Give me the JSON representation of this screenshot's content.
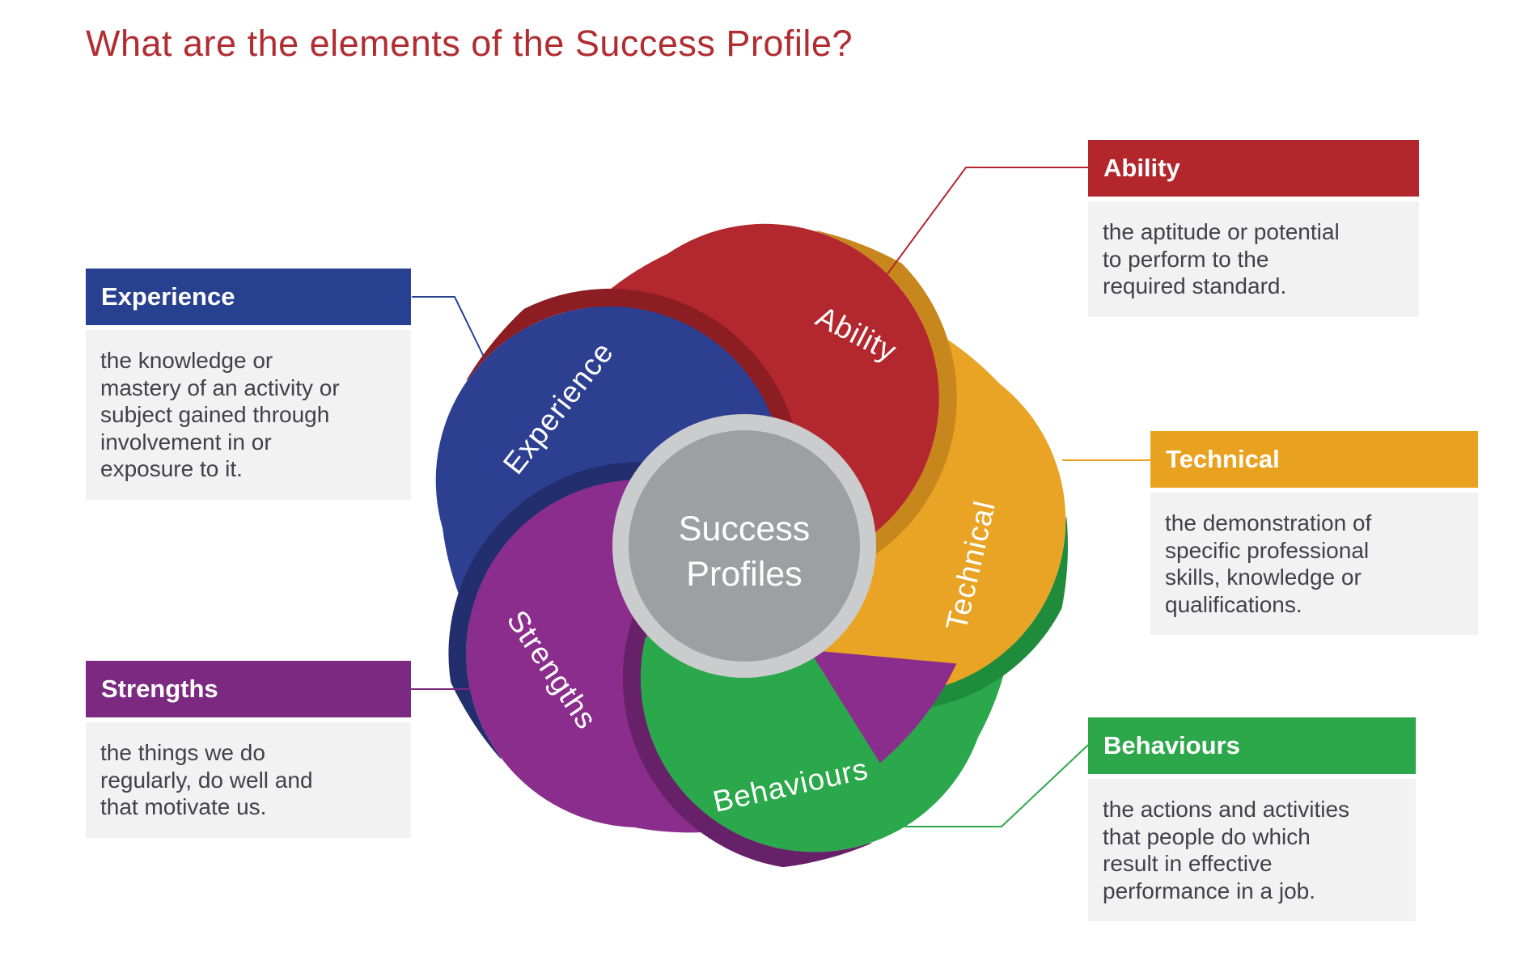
{
  "title": "What are the elements of the Success Profile?",
  "colors": {
    "title_text": "#b12d32",
    "body_bg": "#f2f2f3",
    "body_text": "#414146",
    "petal_red": "#b3282e",
    "petal_red_shadow": "#8c1d23",
    "petal_blue": "#2c3f90",
    "petal_blue_shadow": "#232e6e",
    "petal_purple": "#8b2d8c",
    "petal_purple_shadow": "#662169",
    "petal_green": "#2ba84b",
    "petal_green_shadow": "#1f8c3c",
    "petal_yellow": "#e9a425",
    "petal_yellow_shadow": "#c8871c",
    "center_ring": "#cbcccd",
    "center_disc": "#9da0a3",
    "header_red": "#b2262c",
    "header_blue": "#27408f",
    "header_gold": "#e8a21f",
    "header_purple": "#7c2a81",
    "header_green": "#2ca84a",
    "white": "#ffffff"
  },
  "wheel": {
    "center_line1": "Success",
    "center_line2": "Profiles",
    "labels": {
      "ability": "Ability",
      "technical": "Technical",
      "behaviours": "Behaviours",
      "strengths": "Strengths",
      "experience": "Experience"
    }
  },
  "callouts": {
    "ability": {
      "title": "Ability",
      "body": "the aptitude or potential\nto perform to the\nrequired standard."
    },
    "experience": {
      "title": "Experience",
      "body": "the knowledge or\nmastery of an activity or\nsubject gained through\ninvolvement in or\nexposure to it."
    },
    "technical": {
      "title": "Technical",
      "body": "the demonstration of\nspecific professional\nskills, knowledge or\nqualifications."
    },
    "strengths": {
      "title": "Strengths",
      "body": "the things we do\nregularly, do well and\nthat motivate us."
    },
    "behaviours": {
      "title": "Behaviours",
      "body": "the actions and activities\nthat people do which\nresult in effective\nperformance in a job."
    }
  }
}
